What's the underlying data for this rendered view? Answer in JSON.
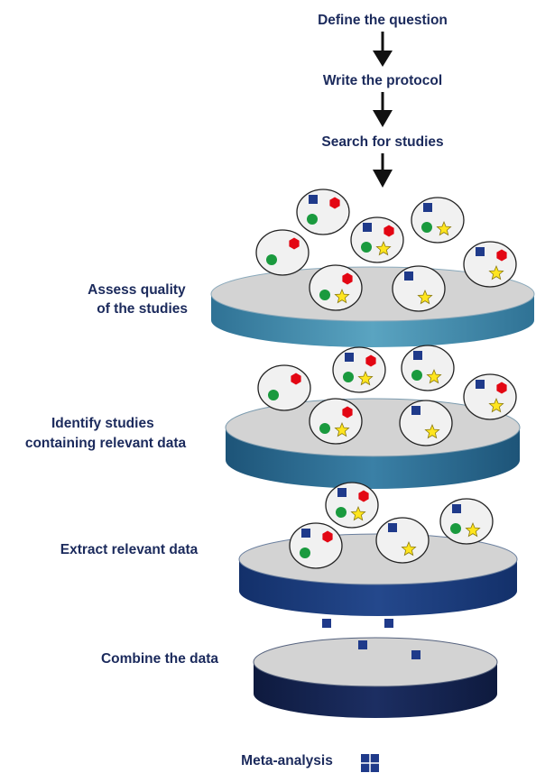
{
  "steps": {
    "define": "Define the question",
    "protocol": "Write the protocol",
    "search": "Search for studies"
  },
  "stages": {
    "assess": [
      "Assess quality",
      "of the studies"
    ],
    "identify": [
      "Identify studies",
      "containing relevant data"
    ],
    "extract": "Extract relevant data",
    "combine": "Combine the data"
  },
  "result": {
    "label": "Meta-analysis",
    "icon": "meta-analysis-grid-icon"
  },
  "colors": {
    "text": "#1b2a5c",
    "arrow": "#111111",
    "disc_top": "#d2d2d2",
    "disc_side_1": "#4b96b4",
    "disc_side_2": "#2e6b92",
    "disc_side_3": "#1d3f7a",
    "disc_side_4": "#14234d",
    "square": "#1f3a8a",
    "hexagon": "#e30613",
    "circle": "#1a9a3e",
    "star": "#ffe51e"
  },
  "study_symbols": [
    "square",
    "hexagon",
    "circle",
    "star"
  ]
}
